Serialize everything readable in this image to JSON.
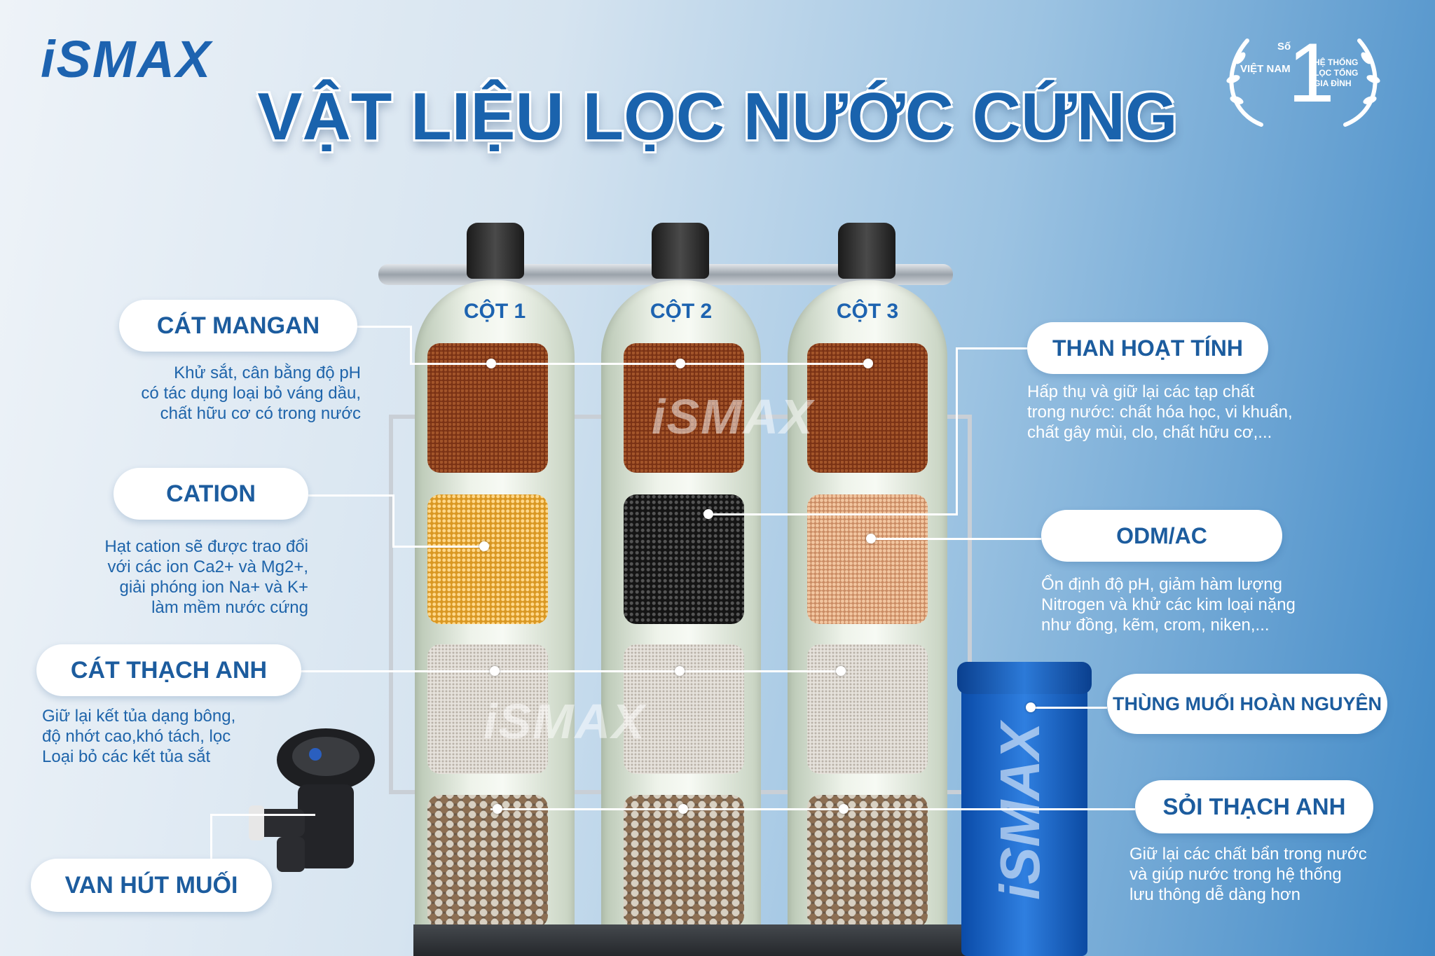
{
  "brand": "iSMAX",
  "title": "VẬT LIỆU LỌC NƯỚC CỨNG",
  "award": {
    "so": "Số",
    "country": "VIỆT NAM",
    "number": "1",
    "system_lines": [
      "HỆ THỐNG",
      "LỌC TỔNG",
      "GIA ĐÌNH"
    ]
  },
  "columns": [
    "CỘT 1",
    "CỘT 2",
    "CỘT 3"
  ],
  "watermark": "iSMAX",
  "callouts": {
    "cat_mangan": {
      "label": "CÁT MANGAN",
      "desc": [
        "Khử sắt, cân bằng độ pH",
        "có tác dụng  loại bỏ váng dầu,",
        "chất hữu cơ có trong nước"
      ]
    },
    "cation": {
      "label": "CATION",
      "desc": [
        "Hạt cation sẽ được trao đổi",
        "với các ion Ca2+ và Mg2+,",
        "giải phóng ion Na+ và K+",
        "làm mềm nước cứng"
      ]
    },
    "cat_thach_anh": {
      "label": "CÁT THẠCH ANH",
      "desc": [
        "Giữ lại kết tủa dạng bông,",
        "độ nhớt cao,khó tách, lọc",
        "Loại bỏ các kết tủa sắt"
      ]
    },
    "van_hut_muoi": {
      "label": "VAN HÚT MUỐI"
    },
    "than_hoat_tinh": {
      "label": "THAN HOẠT TÍNH",
      "desc": [
        "Hấp thụ và giữ lại các tạp chất",
        "trong nước: chất hóa học, vi khuẩn,",
        "chất gây mùi, clo, chất hữu cơ,..."
      ]
    },
    "odm_ac": {
      "label": "ODM/AC",
      "desc": [
        "Ổn định độ pH, giảm hàm lượng",
        "Nitrogen và  khử các kim loại nặng",
        "như đồng, kẽm, crom, niken,..."
      ]
    },
    "thung_muoi": {
      "label": "THÙNG MUỐI HOÀN NGUYÊN"
    },
    "soi_thach_anh": {
      "label": "SỎI THẠCH ANH",
      "desc": [
        "Giữ lại các chất bẩn trong nước",
        "và giúp nước trong hệ thống",
        "lưu thông dễ dàng hơn"
      ]
    }
  },
  "colors": {
    "brand_blue": "#1d63b0",
    "pill_bg": "#ffffff",
    "tank_body": "#eef3ea",
    "salt_tank": "#1e6fd0"
  }
}
